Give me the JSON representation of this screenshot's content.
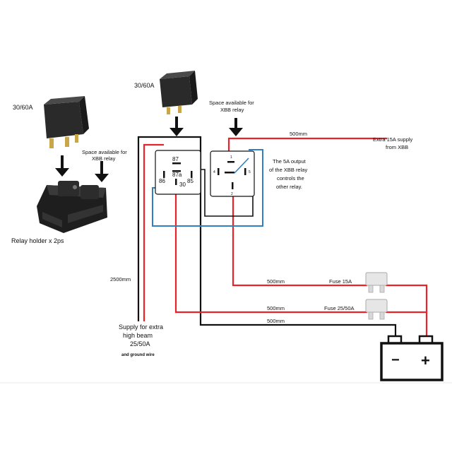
{
  "labels": {
    "relay_rating_left": "30/60A",
    "relay_rating_top": "30/60A",
    "space_left_line1": "Space available for",
    "space_left_line2": "XBB relay",
    "space_top_line1": "Space available for",
    "space_top_line2": "XBB relay",
    "relay_holder": "Relay holder x 2ps",
    "length_top_red": "500mm",
    "extra_supply_line1": "Extra 15A supply",
    "extra_supply_line2": "from XBB",
    "note_line1": "The 5A output",
    "note_line2": "of the XBB relay",
    "note_line3": "controls the",
    "note_line4": "other relay.",
    "length_left": "2500mm",
    "length_fuse15": "500mm",
    "fuse15": "Fuse 15A",
    "length_fuse25": "500mm",
    "fuse25": "Fuse 25/50A",
    "length_black": "500mm",
    "supply_line1": "Supply for extra",
    "supply_line2": "high beam",
    "supply_line3": "25/50A",
    "ground": "and ground wire"
  },
  "relay_pins": {
    "p87": "87",
    "p87a": "87a",
    "p86": "86",
    "p85": "85",
    "p30": "30"
  },
  "xbb_pins": {
    "top": "1",
    "left": "4",
    "right": "5",
    "bottom": "2"
  },
  "battery": {
    "minus": "−",
    "plus": "+"
  },
  "colors": {
    "red_wire": "#e8242a",
    "black_wire": "#111111",
    "blue_wire": "#2f7fc1",
    "fuse": "#e6e6e6"
  }
}
